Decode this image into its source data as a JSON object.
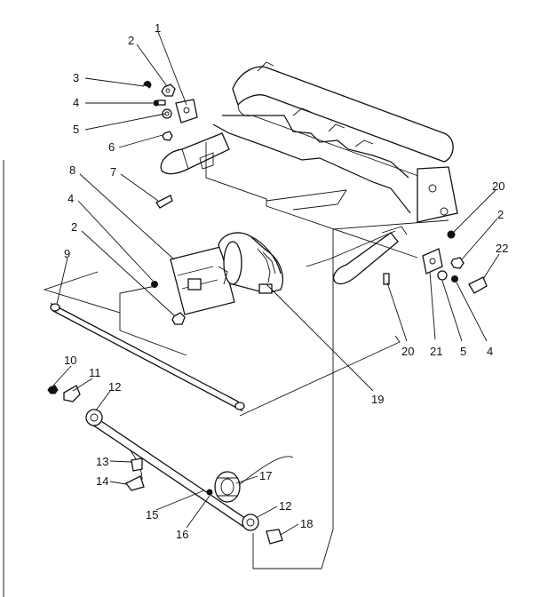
{
  "callouts": {
    "c1": "1",
    "c2a": "2",
    "c3": "3",
    "c4a": "4",
    "c5a": "5",
    "c6": "6",
    "c7": "7",
    "c8": "8",
    "c4b": "4",
    "c2b": "2",
    "c9": "9",
    "c10": "10",
    "c11": "11",
    "c12a": "12",
    "c13": "13",
    "c14": "14",
    "c15": "15",
    "c16": "16",
    "c17": "17",
    "c12b": "12",
    "c18": "18",
    "c19": "19",
    "c20a": "20",
    "c2c": "2",
    "c22": "22",
    "c20b": "20",
    "c21": "21",
    "c5b": "5",
    "c4c": "4"
  }
}
